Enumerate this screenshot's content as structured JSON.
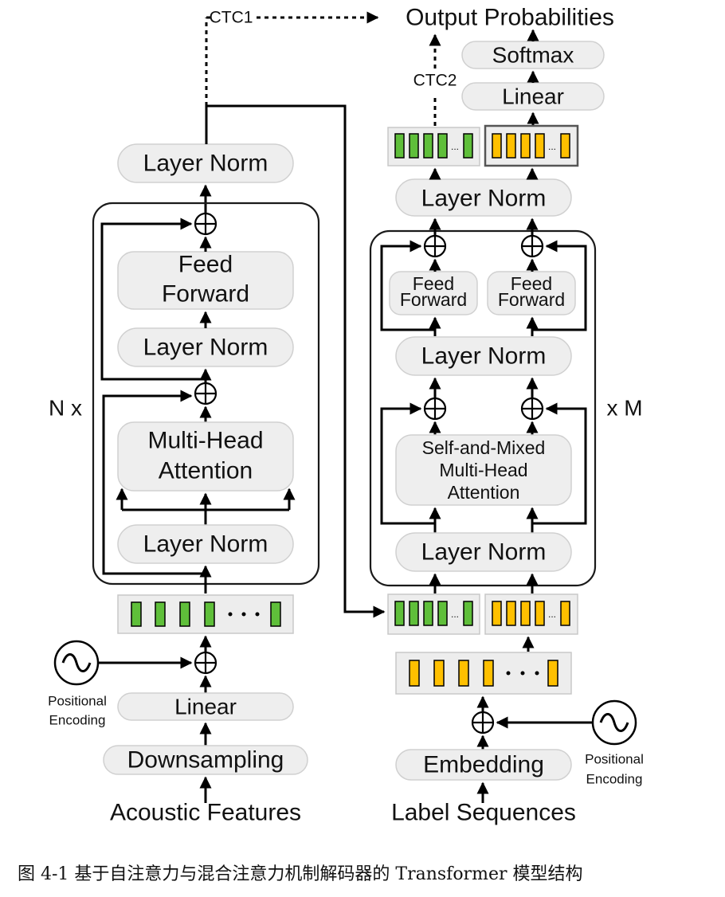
{
  "encoder": {
    "input_label": "Acoustic Features",
    "downsampling": "Downsampling",
    "linear": "Linear",
    "positional_encoding": [
      "Positional",
      "Encoding"
    ],
    "layer_norm_bottom": "Layer Norm",
    "attention": [
      "Multi-Head",
      "Attention"
    ],
    "layer_norm_mid": "Layer Norm",
    "feed_forward": [
      "Feed",
      "Forward"
    ],
    "layer_norm_top": "Layer Norm",
    "repeat": "N x",
    "ctc_label": "CTC1"
  },
  "decoder": {
    "input_label": "Label Sequences",
    "embedding": "Embedding",
    "positional_encoding": [
      "Positional",
      "Encoding"
    ],
    "layer_norm_bottom": "Layer Norm",
    "attention": [
      "Self-and-Mixed",
      "Multi-Head",
      "Attention"
    ],
    "layer_norm_mid": "Layer Norm",
    "feed_forward_left": [
      "Feed",
      "Forward"
    ],
    "feed_forward_right": [
      "Feed",
      "Forward"
    ],
    "layer_norm_top": "Layer Norm",
    "repeat": "x M",
    "linear": "Linear",
    "softmax": "Softmax",
    "ctc_label": "CTC2"
  },
  "output_label": "Output Probabilities",
  "ellipsis": "...",
  "caption": "图 4-1 基于自注意力与混合注意力机制解码器的 Transformer 模型结构",
  "colors": {
    "green_token": "#5fbf3a",
    "orange_token": "#ffc000",
    "block_fill": "#eeeeee"
  }
}
